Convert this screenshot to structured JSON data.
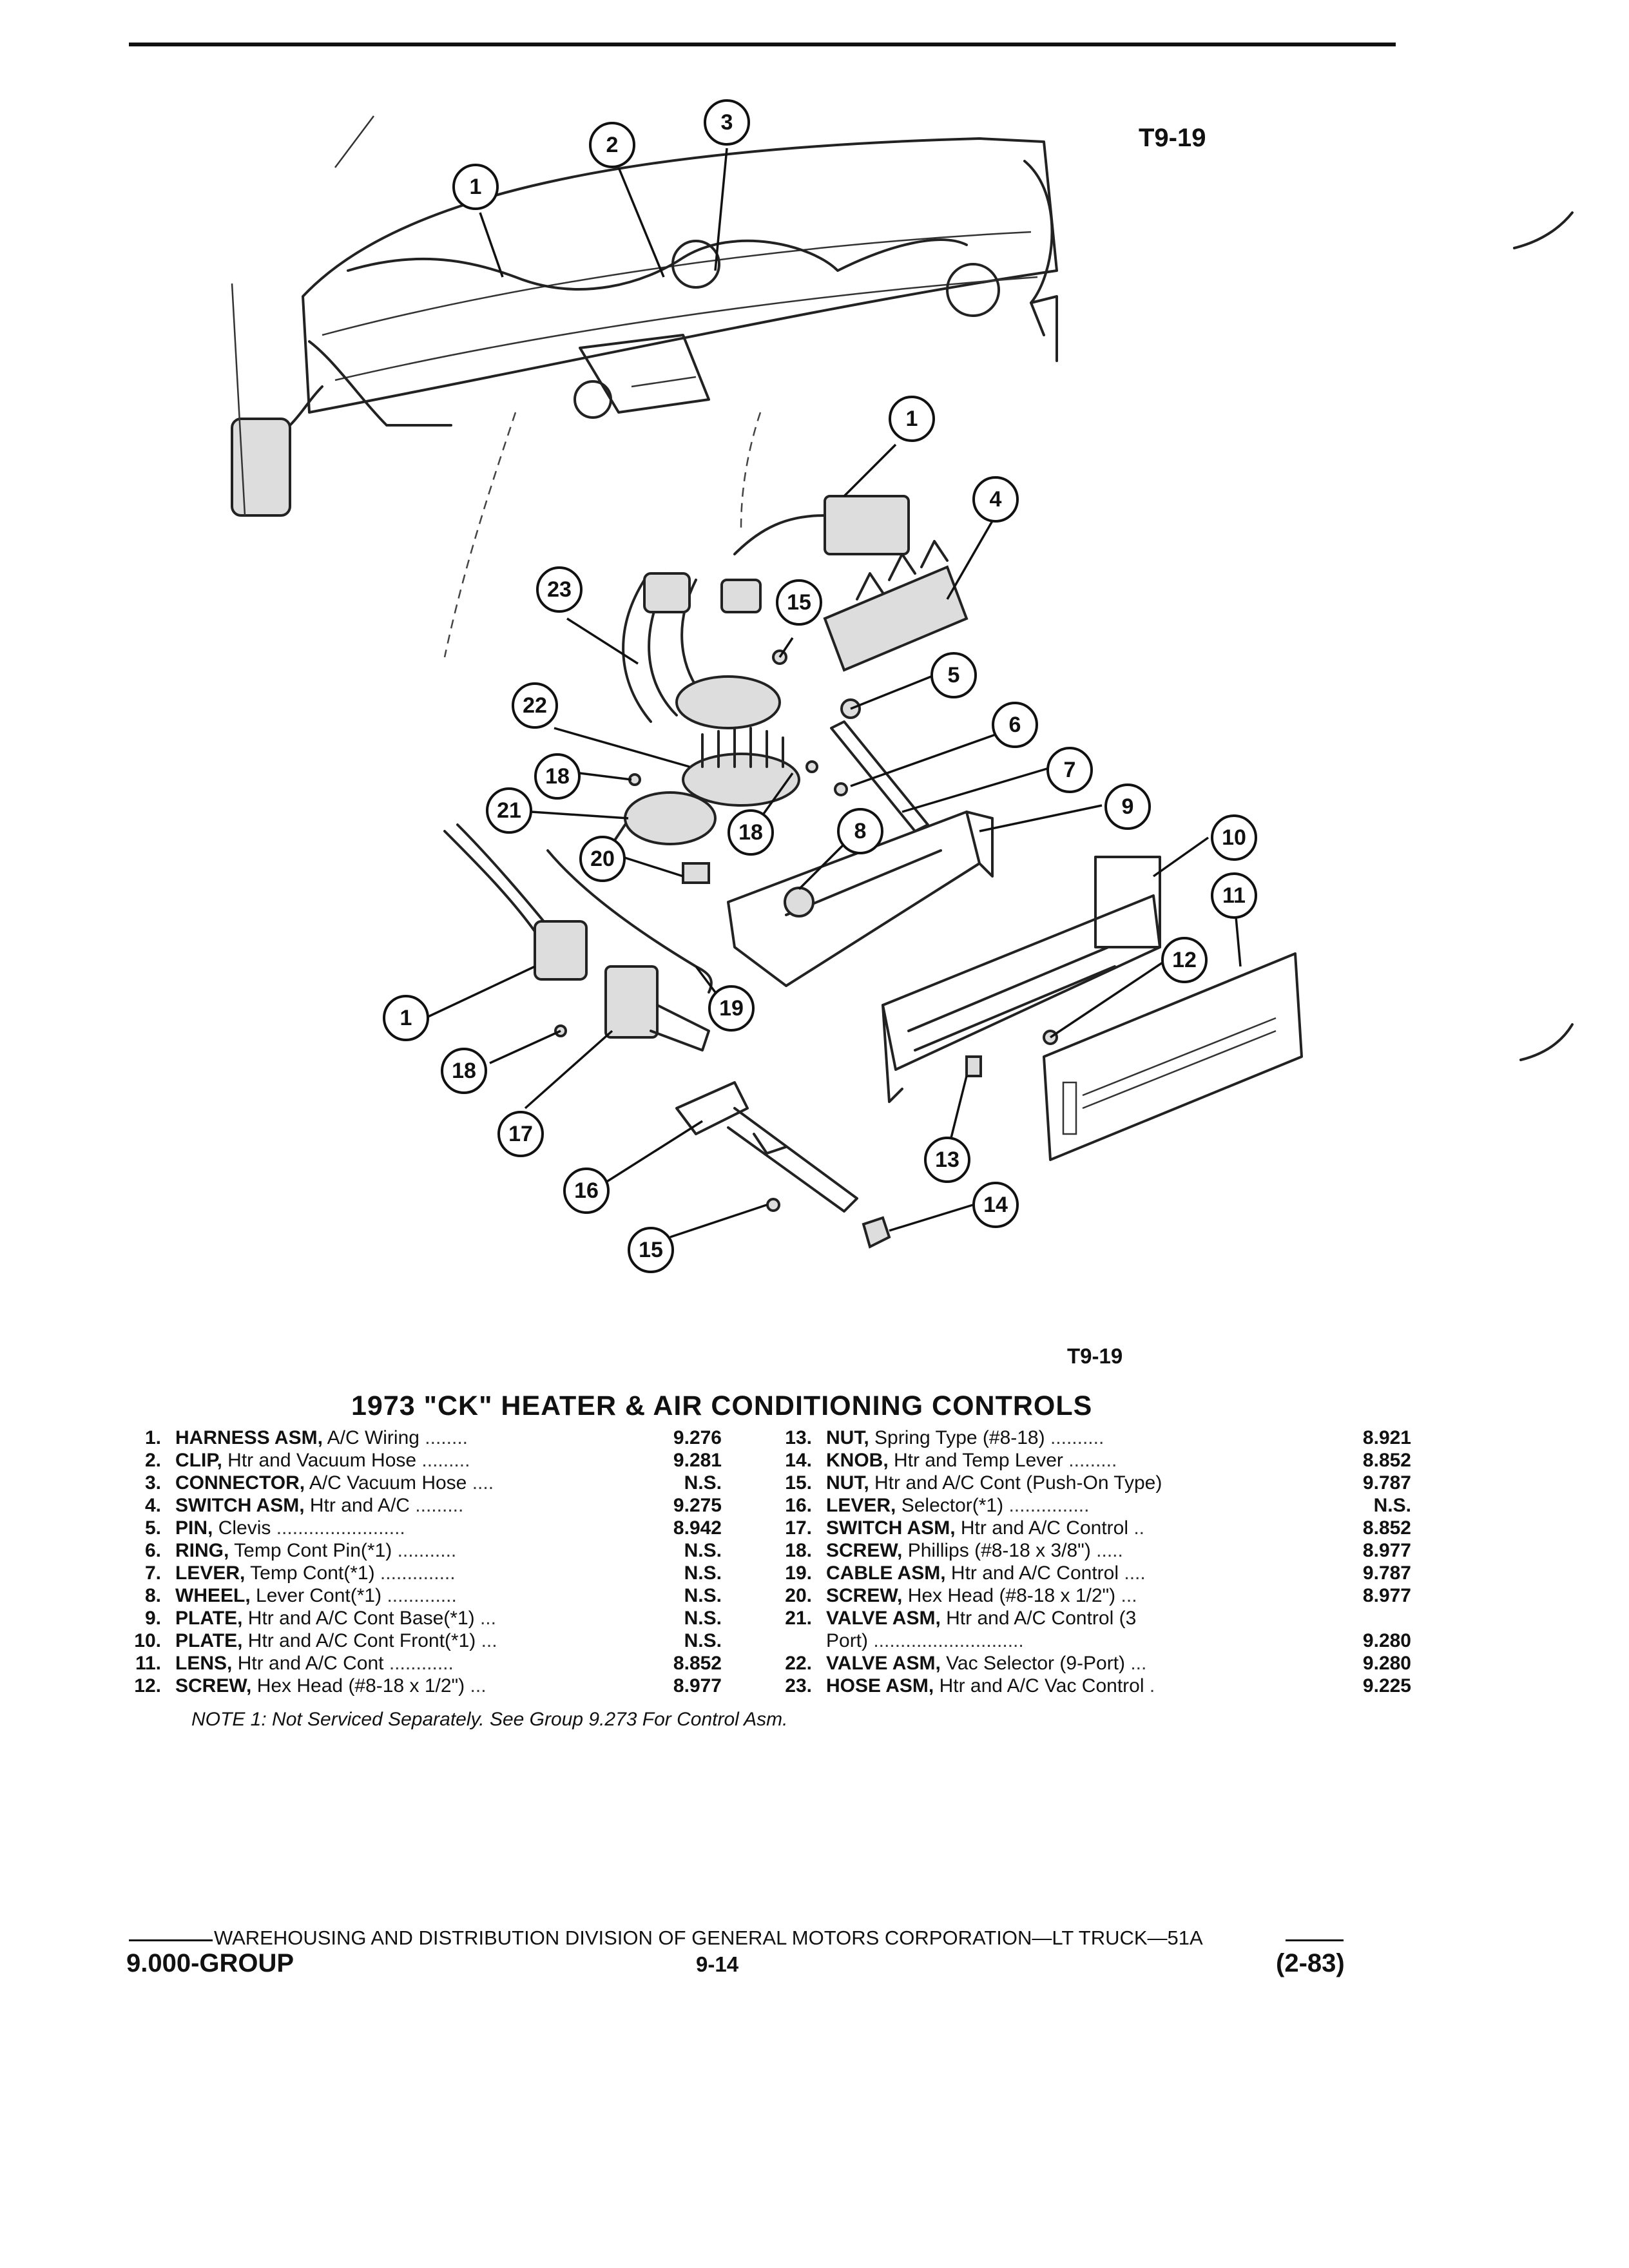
{
  "diagram_code": "T9-19",
  "diagram_code_bottom": "T9-19",
  "title": "1973 \"CK\" HEATER & AIR CONDITIONING CONTROLS",
  "callouts": [
    "1",
    "2",
    "3",
    "1",
    "4",
    "23",
    "15",
    "5",
    "22",
    "6",
    "18",
    "7",
    "21",
    "18",
    "9",
    "8",
    "10",
    "20",
    "11",
    "12",
    "1",
    "19",
    "18",
    "17",
    "13",
    "16",
    "14",
    "15"
  ],
  "parts_left": [
    {
      "num": "1.",
      "name": "HARNESS ASM,",
      "desc": "A/C Wiring",
      "dots": " ........",
      "value": "9.276"
    },
    {
      "num": "2.",
      "name": "CLIP,",
      "desc": "Htr and Vacuum Hose",
      "dots": " .........",
      "value": "9.281"
    },
    {
      "num": "3.",
      "name": "CONNECTOR,",
      "desc": "A/C Vacuum Hose",
      "dots": " ....",
      "value": "N.S."
    },
    {
      "num": "4.",
      "name": "SWITCH ASM,",
      "desc": "Htr and A/C",
      "dots": " .........",
      "value": "9.275"
    },
    {
      "num": "5.",
      "name": "PIN,",
      "desc": "Clevis",
      "dots": " ........................",
      "value": "8.942"
    },
    {
      "num": "6.",
      "name": "RING,",
      "desc": "Temp Cont Pin(*1)",
      "dots": " ...........",
      "value": "N.S."
    },
    {
      "num": "7.",
      "name": "LEVER,",
      "desc": "Temp Cont(*1)",
      "dots": " ..............",
      "value": "N.S."
    },
    {
      "num": "8.",
      "name": "WHEEL,",
      "desc": "Lever Cont(*1)",
      "dots": " .............",
      "value": "N.S."
    },
    {
      "num": "9.",
      "name": "PLATE,",
      "desc": "Htr and A/C Cont Base(*1)",
      "dots": " ...",
      "value": "N.S."
    },
    {
      "num": "10.",
      "name": "PLATE,",
      "desc": "Htr and A/C Cont Front(*1)",
      "dots": " ...",
      "value": "N.S."
    },
    {
      "num": "11.",
      "name": "LENS,",
      "desc": "Htr and A/C Cont",
      "dots": " ............",
      "value": "8.852"
    },
    {
      "num": "12.",
      "name": "SCREW,",
      "desc": "Hex Head (#8-18 x 1/2\")",
      "dots": " ...",
      "value": "8.977"
    }
  ],
  "parts_right": [
    {
      "num": "13.",
      "name": "NUT,",
      "desc": "Spring Type (#8-18)",
      "dots": " ..........",
      "value": "8.921"
    },
    {
      "num": "14.",
      "name": "KNOB,",
      "desc": "Htr and Temp Lever",
      "dots": " .........",
      "value": "8.852"
    },
    {
      "num": "15.",
      "name": "NUT,",
      "desc": "Htr and A/C Cont (Push-On Type)",
      "dots": "",
      "value": "9.787"
    },
    {
      "num": "16.",
      "name": "LEVER,",
      "desc": "Selector(*1)",
      "dots": " ...............",
      "value": "N.S."
    },
    {
      "num": "17.",
      "name": "SWITCH ASM,",
      "desc": "Htr and A/C Control",
      "dots": " ..",
      "value": "8.852"
    },
    {
      "num": "18.",
      "name": "SCREW,",
      "desc": "Phillips (#8-18 x 3/8\")",
      "dots": " .....",
      "value": "8.977"
    },
    {
      "num": "19.",
      "name": "CABLE ASM,",
      "desc": "Htr and A/C Control",
      "dots": " ....",
      "value": "9.787"
    },
    {
      "num": "20.",
      "name": "SCREW,",
      "desc": "Hex Head (#8-18 x 1/2\")",
      "dots": " ...",
      "value": "8.977"
    },
    {
      "num": "21.",
      "name": "VALVE ASM,",
      "desc": "Htr and A/C Control (3",
      "dots": "",
      "value": ""
    },
    {
      "num": "",
      "name": "",
      "desc": "Port)",
      "dots": " ............................",
      "value": "9.280"
    },
    {
      "num": "22.",
      "name": "VALVE ASM,",
      "desc": "Vac Selector (9-Port)",
      "dots": " ...",
      "value": "9.280"
    },
    {
      "num": "23.",
      "name": "HOSE ASM,",
      "desc": "Htr and A/C Vac Control",
      "dots": " .",
      "value": "9.225"
    }
  ],
  "note": "NOTE 1: Not Serviced Separately. See Group 9.273 For Control Asm.",
  "footer": {
    "division": "WAREHOUSING AND DISTRIBUTION  DIVISION OF GENERAL MOTORS CORPORATION—LT TRUCK—51A",
    "group": "9.000-GROUP",
    "page": "9-14",
    "date": "(2-83)"
  }
}
